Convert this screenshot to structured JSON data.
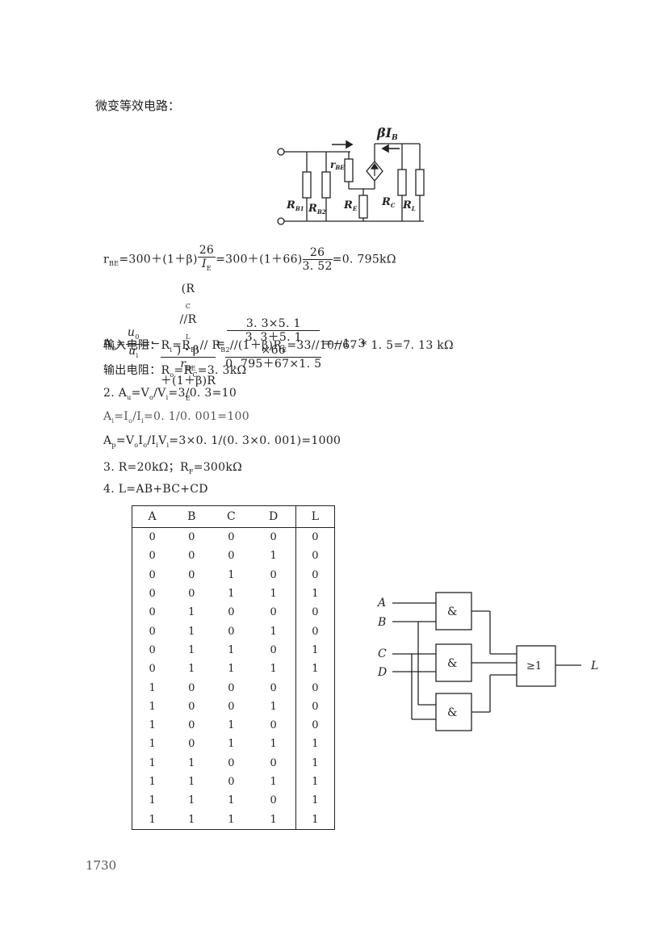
{
  "heading": "微变等效电路：",
  "circuit": {
    "labels": {
      "beta_ib": "βI",
      "beta_ib_sub": "B",
      "rbe": "r",
      "rbe_sub": "BE",
      "rb1": "R",
      "rb1_sub": "B1",
      "rb2": "R",
      "rb2_sub": "B2",
      "re": "R",
      "re_sub": "E",
      "rc": "R",
      "rc_sub": "C",
      "rl": "R",
      "rl_sub": "L"
    }
  },
  "formulas": {
    "rbe": {
      "lhs": "r",
      "lhs_sub": "BE",
      "part1": "=300＋(1＋β)",
      "frac1_num": "26",
      "frac1_den": "I",
      "frac1_den_sub": "E",
      "part2": "=300＋(1＋66)",
      "frac2_num": "26",
      "frac2_den": "3. 52",
      "part3": "=0. 795kΩ"
    },
    "au": {
      "lhs": "A",
      "lhs_sub": "u",
      "f1_num": "u",
      "f1_num_sub": "0",
      "f1_den": "u",
      "f1_den_sub": "i",
      "f2_num": "(R",
      "f2_num_b": "//R",
      "f2_num_c": ")・β",
      "f2_num_sub1": "C",
      "f2_num_sub2": "L",
      "f2_den": "r",
      "f2_den_sub": "BE",
      "f2_den_b": "＋(1＋β)R",
      "f2_den_sub2": "E",
      "f3_inner_num": "3. 3×5. 1",
      "f3_inner_den": "3. 3＋5. 1",
      "f3_times": "×66",
      "f3_den": "0. 795＋67×1. 5",
      "result": "＝−1. 3"
    },
    "input_resistance": "输入电阻：R",
    "input_resistance_rest": "=R",
    "input_resistance_rest2": "// R",
    "input_resistance_rest3": "//(1＋β)R",
    "input_resistance_rest4": "=33//10//67 * 1. 5=7. 13 kΩ",
    "output_resistance": "输出电阻：R",
    "output_resistance_rest": "=R",
    "output_resistance_rest2": "=3. 3kΩ",
    "q2_au": "2.  A",
    "q2_au_rest": "=V",
    "q2_au_rest2": "/V",
    "q2_au_rest3": "=3/0. 3=10",
    "q2_ai": "A",
    "q2_ai_rest": "=I",
    "q2_ai_rest2": "/I",
    "q2_ai_rest3": "=0. 1/0. 001=100",
    "q2_ap": "A",
    "q2_ap_rest": "=V",
    "q2_ap_rest2": "I",
    "q2_ap_rest3": "/I",
    "q2_ap_rest4": "V",
    "q2_ap_rest5": "=3×0. 1/(0. 3×0. 001)=1000",
    "q3": "3. R=20kΩ；R",
    "q3_sub": "F",
    "q3_rest": "=300kΩ",
    "q4": "4. L=AB+BC+CD"
  },
  "truth_table": {
    "headers": [
      "A",
      "B",
      "C",
      "D",
      "L"
    ],
    "rows": [
      [
        "0",
        "0",
        "0",
        "0",
        "0"
      ],
      [
        "0",
        "0",
        "0",
        "1",
        "0"
      ],
      [
        "0",
        "0",
        "1",
        "0",
        "0"
      ],
      [
        "0",
        "0",
        "1",
        "1",
        "1"
      ],
      [
        "0",
        "1",
        "0",
        "0",
        "0"
      ],
      [
        "0",
        "1",
        "0",
        "1",
        "0"
      ],
      [
        "0",
        "1",
        "1",
        "0",
        "1"
      ],
      [
        "0",
        "1",
        "1",
        "1",
        "1"
      ],
      [
        "1",
        "0",
        "0",
        "0",
        "0"
      ],
      [
        "1",
        "0",
        "0",
        "1",
        "0"
      ],
      [
        "1",
        "0",
        "1",
        "0",
        "0"
      ],
      [
        "1",
        "0",
        "1",
        "1",
        "1"
      ],
      [
        "1",
        "1",
        "0",
        "0",
        "1"
      ],
      [
        "1",
        "1",
        "0",
        "1",
        "1"
      ],
      [
        "1",
        "1",
        "1",
        "0",
        "1"
      ],
      [
        "1",
        "1",
        "1",
        "1",
        "1"
      ]
    ]
  },
  "logic_diagram": {
    "inputs": [
      "A",
      "B",
      "C",
      "D"
    ],
    "and_label": "&",
    "or_label": "≥1",
    "output": "L"
  },
  "page_number": "1730"
}
